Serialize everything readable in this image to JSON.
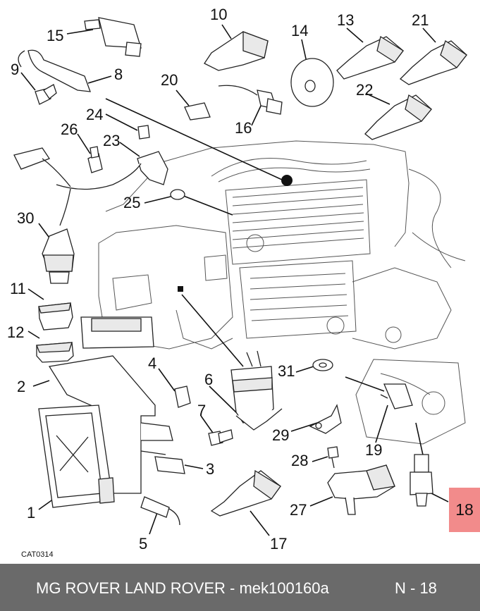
{
  "diagram": {
    "figure_code": "CAT0314",
    "highlighted_part": "18",
    "callouts": [
      "1",
      "2",
      "3",
      "4",
      "5",
      "6",
      "7",
      "8",
      "9",
      "10",
      "11",
      "12",
      "13",
      "14",
      "15",
      "16",
      "17",
      "18",
      "19",
      "20",
      "21",
      "22",
      "23",
      "24",
      "25",
      "26",
      "27",
      "28",
      "29",
      "30",
      "31"
    ]
  },
  "footer": {
    "title": "MG ROVER LAND ROVER - mek100160a",
    "page": "N - 18"
  },
  "colors": {
    "footer_bg": "#6a6a6a",
    "highlight": "#f28b8b"
  }
}
